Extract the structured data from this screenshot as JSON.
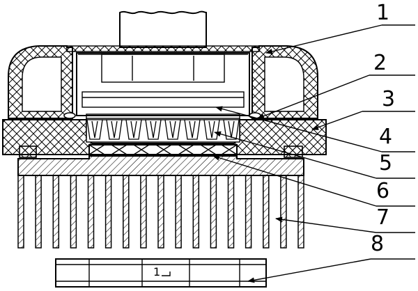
{
  "diagram": {
    "callouts": [
      {
        "id": "1",
        "label": "1"
      },
      {
        "id": "2",
        "label": "2"
      },
      {
        "id": "3",
        "label": "3"
      },
      {
        "id": "4",
        "label": "4"
      },
      {
        "id": "5",
        "label": "5"
      },
      {
        "id": "6",
        "label": "6"
      },
      {
        "id": "7",
        "label": "7"
      },
      {
        "id": "8",
        "label": "8"
      }
    ],
    "section_mark": "1"
  }
}
